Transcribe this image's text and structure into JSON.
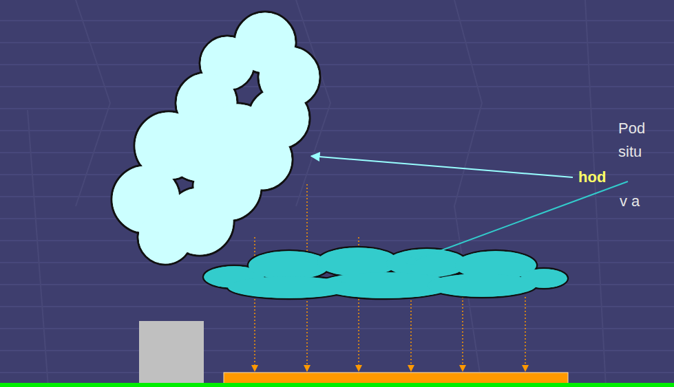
{
  "diagram": {
    "labels": [
      "Pod",
      "situ",
      "hod",
      "v a"
    ]
  }
}
